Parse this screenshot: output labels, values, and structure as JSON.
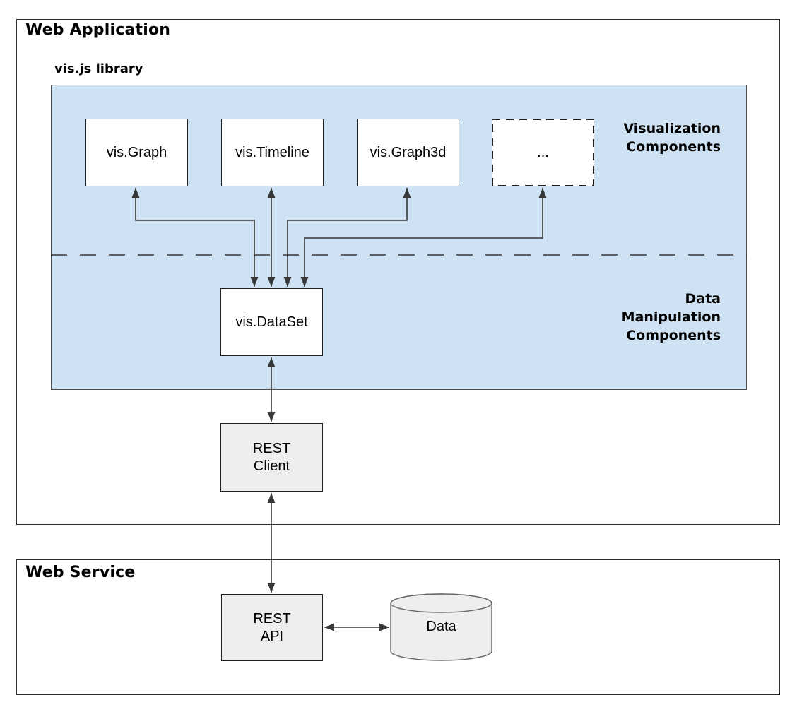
{
  "colors": {
    "library_panel_fill": "#cfe2f3",
    "gray_node_fill": "#eeeeee",
    "white_node_fill": "#ffffff",
    "connector_color": "#383838",
    "text_color": "#000000"
  },
  "web_application": {
    "title": "Web Application",
    "library": {
      "label": "vis.js library",
      "sections": {
        "visualization_label": "Visualization\nComponents",
        "data_manipulation_label": "Data\nManipulation\nComponents"
      },
      "nodes": {
        "vis_graph": "vis.Graph",
        "vis_timeline": "vis.Timeline",
        "vis_graph3d": "vis.Graph3d",
        "more": "...",
        "vis_dataset": "vis.DataSet"
      }
    },
    "nodes": {
      "rest_client": "REST\nClient"
    }
  },
  "web_service": {
    "title": "Web Service",
    "nodes": {
      "rest_api": "REST\nAPI",
      "data_store": "Data"
    }
  }
}
